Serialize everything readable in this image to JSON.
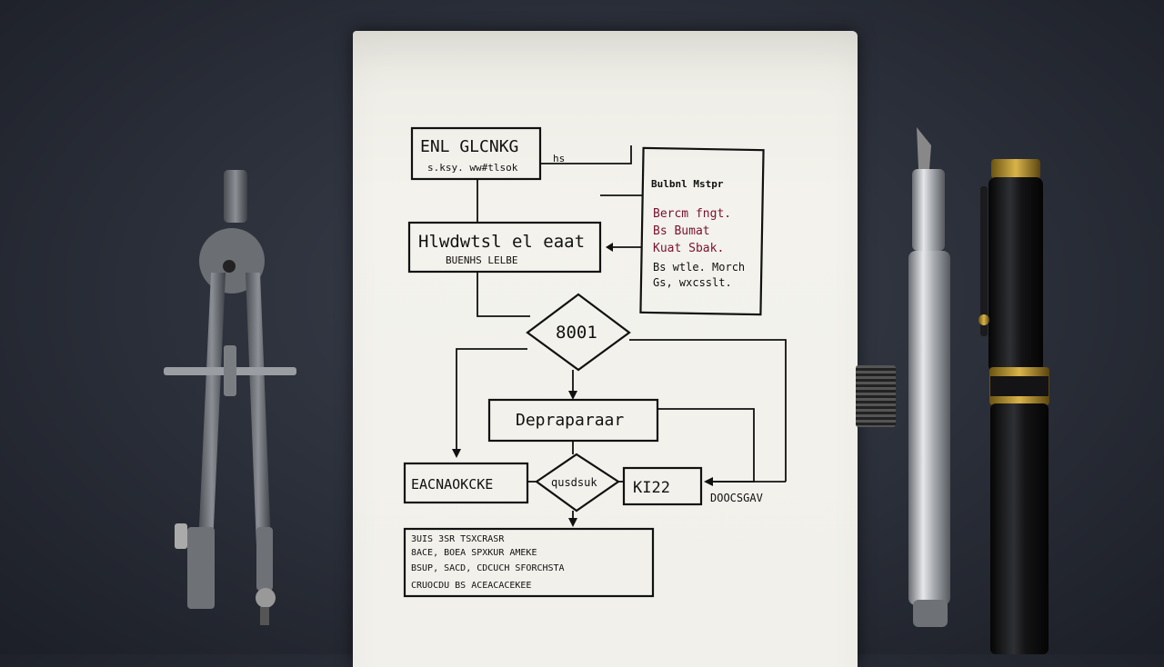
{
  "flowchart": {
    "box1_title": "ENL GLCNKG",
    "box1_sub": "s.ksy. ww#tlsok",
    "box2_title": "Hlwdwtsl el eaat",
    "box2_sub": "BUENHS LELBE",
    "diamond1": "8001",
    "box3": "Depraparaar",
    "box4": "EACNAOKCKE",
    "diamond2": "qusdsuk",
    "box5": "KI22",
    "box5_note": "DOOCSGAV",
    "small_label": "hs",
    "side_lines": [
      {
        "text": "Bulbnl Mstpr",
        "color": "black"
      },
      {
        "text": "Bercm fngt.",
        "color": "red"
      },
      {
        "text": "Bs Bumat",
        "color": "red"
      },
      {
        "text": "Kuat Sbak.",
        "color": "red"
      },
      {
        "text": "Bs wtle. Morch",
        "color": "black"
      },
      {
        "text": "Gs, wxcsslt.",
        "color": "black"
      }
    ],
    "bottom_lines": [
      "3UIS 3SR TSXCRASR",
      "8ACE, BOEA SPXKUR AMEKE",
      "BSUP, SACD, CDCUCH SFORCHSTA",
      "CRUOCDU BS ACEACACEKEE"
    ]
  },
  "objects": {
    "left_tool": "drafting-compass",
    "right_tools": [
      "silver-pen",
      "black-fountain-pen"
    ]
  }
}
